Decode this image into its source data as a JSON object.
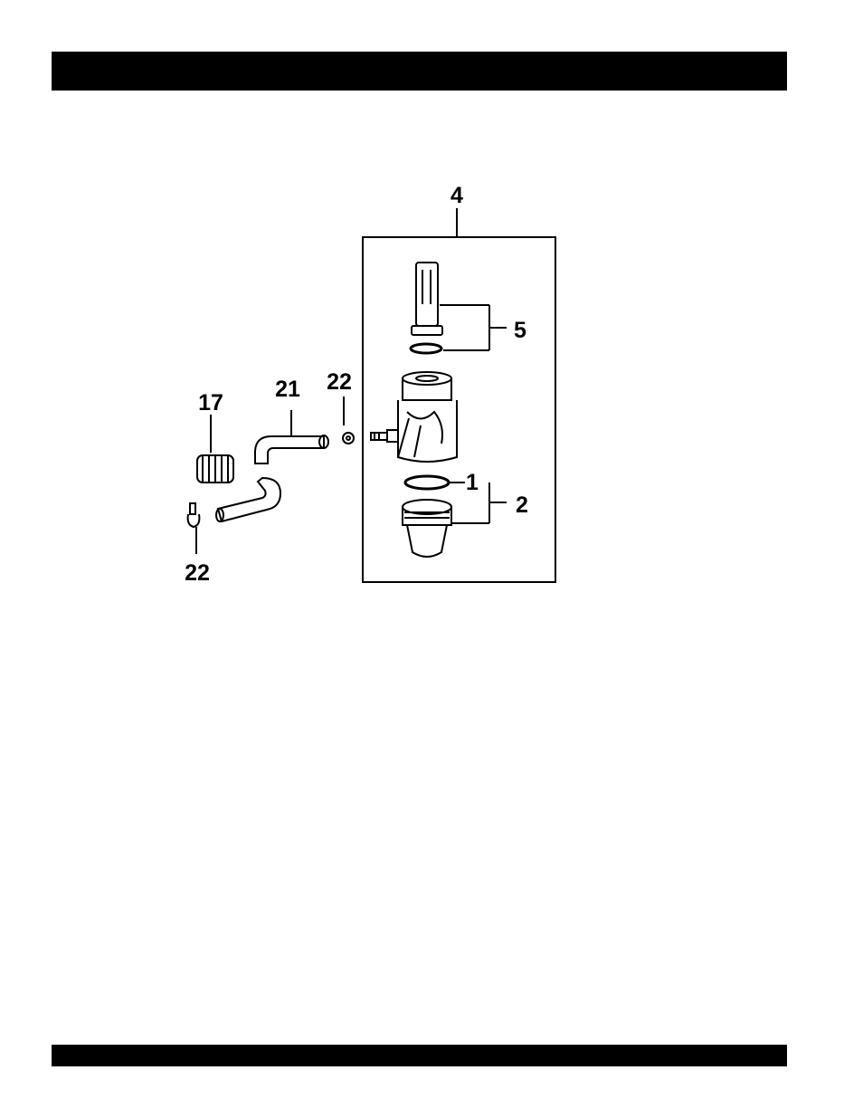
{
  "header_bar": {
    "color": "#000000"
  },
  "footer_bar": {
    "color": "#000000"
  },
  "diagram": {
    "callouts": {
      "c4": "4",
      "c5": "5",
      "c1": "1",
      "c2": "2",
      "c17": "17",
      "c21": "21",
      "c22_top": "22",
      "c22_bottom": "22"
    }
  }
}
